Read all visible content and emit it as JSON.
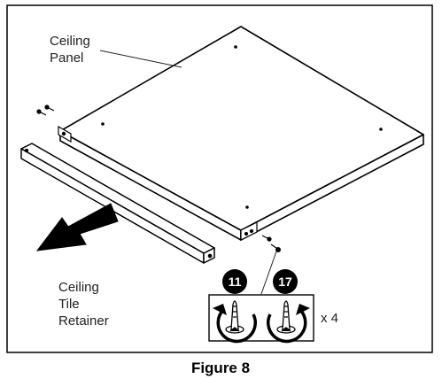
{
  "labels": {
    "ceiling_panel_line1": "Ceiling",
    "ceiling_panel_line2": "Panel",
    "retainer_line1": "Ceiling",
    "retainer_line2": "Tile",
    "retainer_line3": "Retainer"
  },
  "tools": {
    "left_badge": "11",
    "right_badge": "17",
    "quantity": "x 4"
  },
  "caption": "Figure 8"
}
